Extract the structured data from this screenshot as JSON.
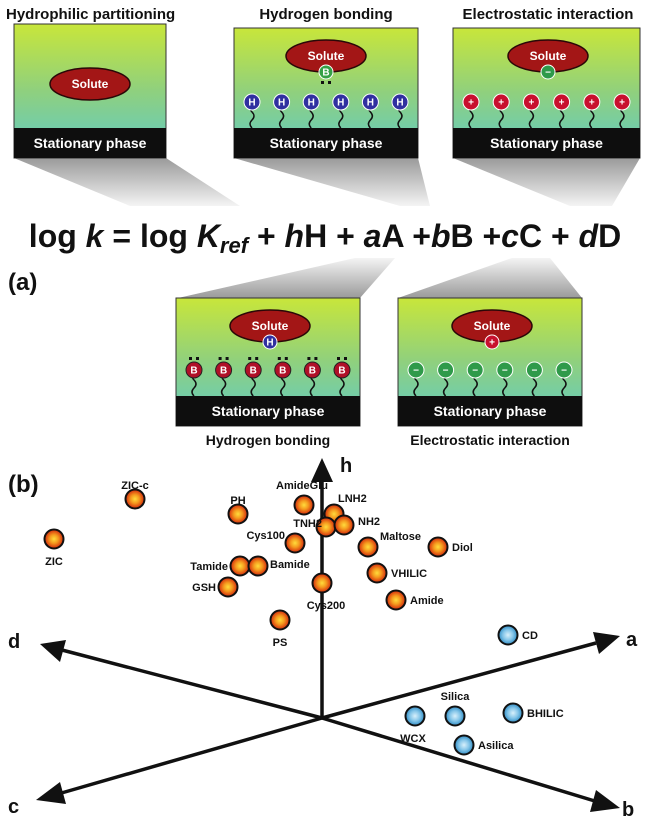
{
  "panel_labels": {
    "a": "(a)",
    "b": "(b)"
  },
  "equation": {
    "p1": "log ",
    "k": "k",
    "p2": " = log ",
    "K": "K",
    "ref": "ref",
    "p3": " + ",
    "h": "h",
    "H": "H",
    "p4": " + ",
    "a": "a",
    "A": "A",
    "p5": " +",
    "b": "b",
    "B": "B",
    "p6": " +",
    "c": "c",
    "C": "C",
    "p7": " + ",
    "d": "d",
    "D": "D"
  },
  "stationary_label": "Stationary phase",
  "solute_label": "Solute",
  "mechanisms": [
    {
      "title": "Hydrophilic partitioning",
      "type": "none"
    },
    {
      "title": "Hydrogen bonding",
      "type": "hb_donor",
      "ligand_symbol": "H",
      "solute_symbol": "B"
    },
    {
      "title": "Electrostatic interaction",
      "type": "cation",
      "ligand_symbol": "+",
      "solute_symbol": "−"
    },
    {
      "title": "Hydrogen bonding",
      "type": "hb_acceptor",
      "ligand_symbol": "B",
      "solute_symbol": "H"
    },
    {
      "title": "Electrostatic interaction",
      "type": "anion",
      "ligand_symbol": "−",
      "solute_symbol": "+"
    }
  ],
  "chart_data": {
    "type": "scatter",
    "axes": [
      "h",
      "a",
      "b",
      "c",
      "d"
    ],
    "series": [
      {
        "color": "#e85a10",
        "points": [
          "ZIC-c",
          "ZIC",
          "PH",
          "AmideGlu",
          "LNH2",
          "TNH2",
          "NH2",
          "Maltose",
          "Diol",
          "Cys100",
          "Tamide",
          "Bamide",
          "GSH",
          "VHILIC",
          "Cys200",
          "Amide",
          "PS"
        ]
      },
      {
        "color": "#3a9cd0",
        "points": [
          "CD",
          "Silica",
          "BHILIC",
          "WCX",
          "Asilica"
        ]
      }
    ]
  }
}
